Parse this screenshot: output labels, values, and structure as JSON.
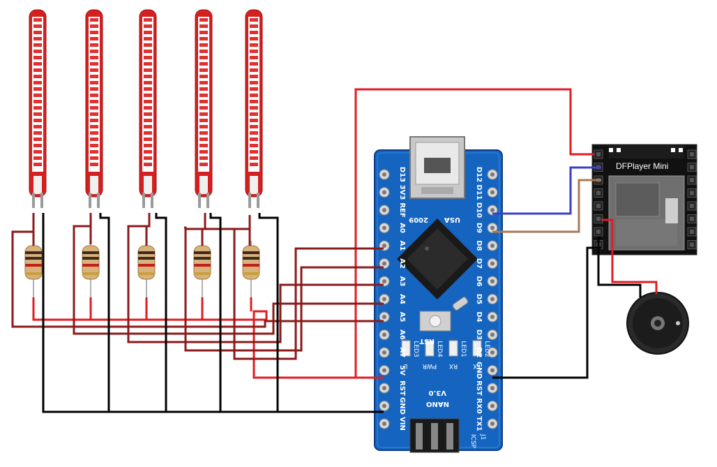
{
  "colors": {
    "wire_red": "#e11b22",
    "wire_darkred": "#8b1a1a",
    "wire_black": "#000000",
    "wire_blue": "#3b3ec8",
    "wire_brown": "#a87a55",
    "board_blue": "#1565c0",
    "board_dark": "#0d47a1",
    "sensor_red": "#d42020",
    "resistor_body": "#d9b17a"
  },
  "arduino": {
    "left_pins": [
      "D13",
      "3V3",
      "REF",
      "A0",
      "A1",
      "A2",
      "A3",
      "A4",
      "A5",
      "A6",
      "A7",
      "5V",
      "RST",
      "GND",
      "VIN"
    ],
    "right_pins": [
      "D12",
      "D11",
      "D10",
      "D9",
      "D8",
      "D7",
      "D6",
      "D5",
      "D4",
      "D3",
      "D2",
      "GND",
      "RST",
      "RX0",
      "TX1"
    ],
    "usa": "USA",
    "year": "2009",
    "rst": "RST",
    "leds": [
      "L",
      "PWR",
      "RX",
      "TX"
    ],
    "led_codes": [
      "LED3",
      "LED4",
      "LED1",
      "LED2"
    ],
    "model": "NANO",
    "version": "V3.0",
    "icsp": "ICSP",
    "j1": "J1"
  },
  "dfplayer": {
    "title": "DFPlayer Mini"
  }
}
